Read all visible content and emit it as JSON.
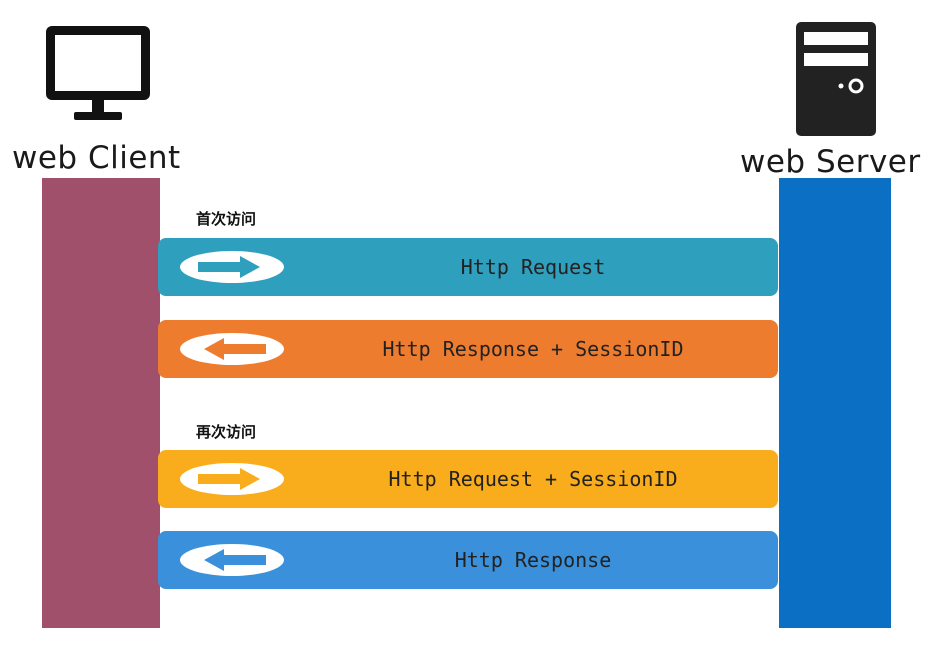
{
  "client": {
    "title": "web Client",
    "icon": "monitor-icon",
    "color": "#a0506b"
  },
  "server": {
    "title": "web Server",
    "icon": "server-icon",
    "color": "#0b70c4"
  },
  "sections": {
    "first": "首次访问",
    "second": "再次访问"
  },
  "messages": [
    {
      "label": "Http Request",
      "direction": "right",
      "color": "#2e9fbd"
    },
    {
      "label": "Http Response + SessionID",
      "direction": "left",
      "color": "#ee7c2f"
    },
    {
      "label": "Http Request + SessionID",
      "direction": "right",
      "color": "#f9ac1c"
    },
    {
      "label": "Http Response",
      "direction": "left",
      "color": "#3a90db"
    }
  ]
}
